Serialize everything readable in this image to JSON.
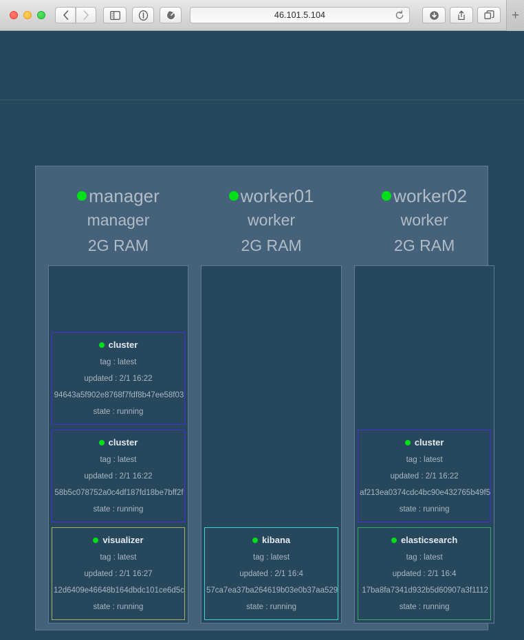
{
  "browser": {
    "window_controls": [
      "close",
      "minimize",
      "maximize"
    ],
    "back_label": "‹",
    "forward_label": "›",
    "sidebar_icon": "sidebar-icon",
    "reader_icon": "reader-icon",
    "safari_icon": "safari-icon",
    "url": "46.101.5.104",
    "reload_icon": "reload-icon",
    "download_icon": "download-icon",
    "share_icon": "share-icon",
    "tabs_icon": "tabs-icon",
    "newtab_label": "+"
  },
  "colors": {
    "page_background": "#27475c",
    "panel_background": "#46617a",
    "panel_border": "#5d7d97",
    "status_green": "#00e019",
    "text_muted": "#a9b6c2",
    "heading_muted": "#b0bcc6",
    "border_cluster": "#4b2fd0",
    "border_visualizer": "#a8b060",
    "border_kibana": "#3fd2d6",
    "border_elasticsearch": "#3ea86a"
  },
  "nodes": [
    {
      "name": "manager",
      "role": "manager",
      "ram": "2G RAM",
      "status": "up",
      "services": [
        {
          "name": "cluster",
          "tag": "tag : latest",
          "updated": "updated : 2/1 16:22",
          "container_id": "94643a5f902e8768f7fdf8b47ee58f03",
          "state": "state : running",
          "border_color": "#4b2fd0"
        },
        {
          "name": "cluster",
          "tag": "tag : latest",
          "updated": "updated : 2/1 16:22",
          "container_id": "58b5c078752a0c4df187fd18be7bff2f",
          "state": "state : running",
          "border_color": "#4b2fd0"
        },
        {
          "name": "visualizer",
          "tag": "tag : latest",
          "updated": "updated : 2/1 16:27",
          "container_id": "12d6409e46648b164dbdc101ce6d5c",
          "state": "state : running",
          "border_color": "#a8b060"
        }
      ]
    },
    {
      "name": "worker01",
      "role": "worker",
      "ram": "2G RAM",
      "status": "up",
      "services": [
        {
          "name": "kibana",
          "tag": "tag : latest",
          "updated": "updated : 2/1 16:4",
          "container_id": "57ca7ea37ba264619b03e0b37aa529",
          "state": "state : running",
          "border_color": "#3fd2d6"
        }
      ]
    },
    {
      "name": "worker02",
      "role": "worker",
      "ram": "2G RAM",
      "status": "up",
      "services": [
        {
          "name": "cluster",
          "tag": "tag : latest",
          "updated": "updated : 2/1 16:22",
          "container_id": "af213ea0374cdc4bc90e432765b49f5",
          "state": "state : running",
          "border_color": "#4b2fd0"
        },
        {
          "name": "elasticsearch",
          "tag": "tag : latest",
          "updated": "updated : 2/1 16:4",
          "container_id": "17ba8fa7341d932b5d60907a3f1112",
          "state": "state : running",
          "border_color": "#3ea86a"
        }
      ]
    }
  ]
}
